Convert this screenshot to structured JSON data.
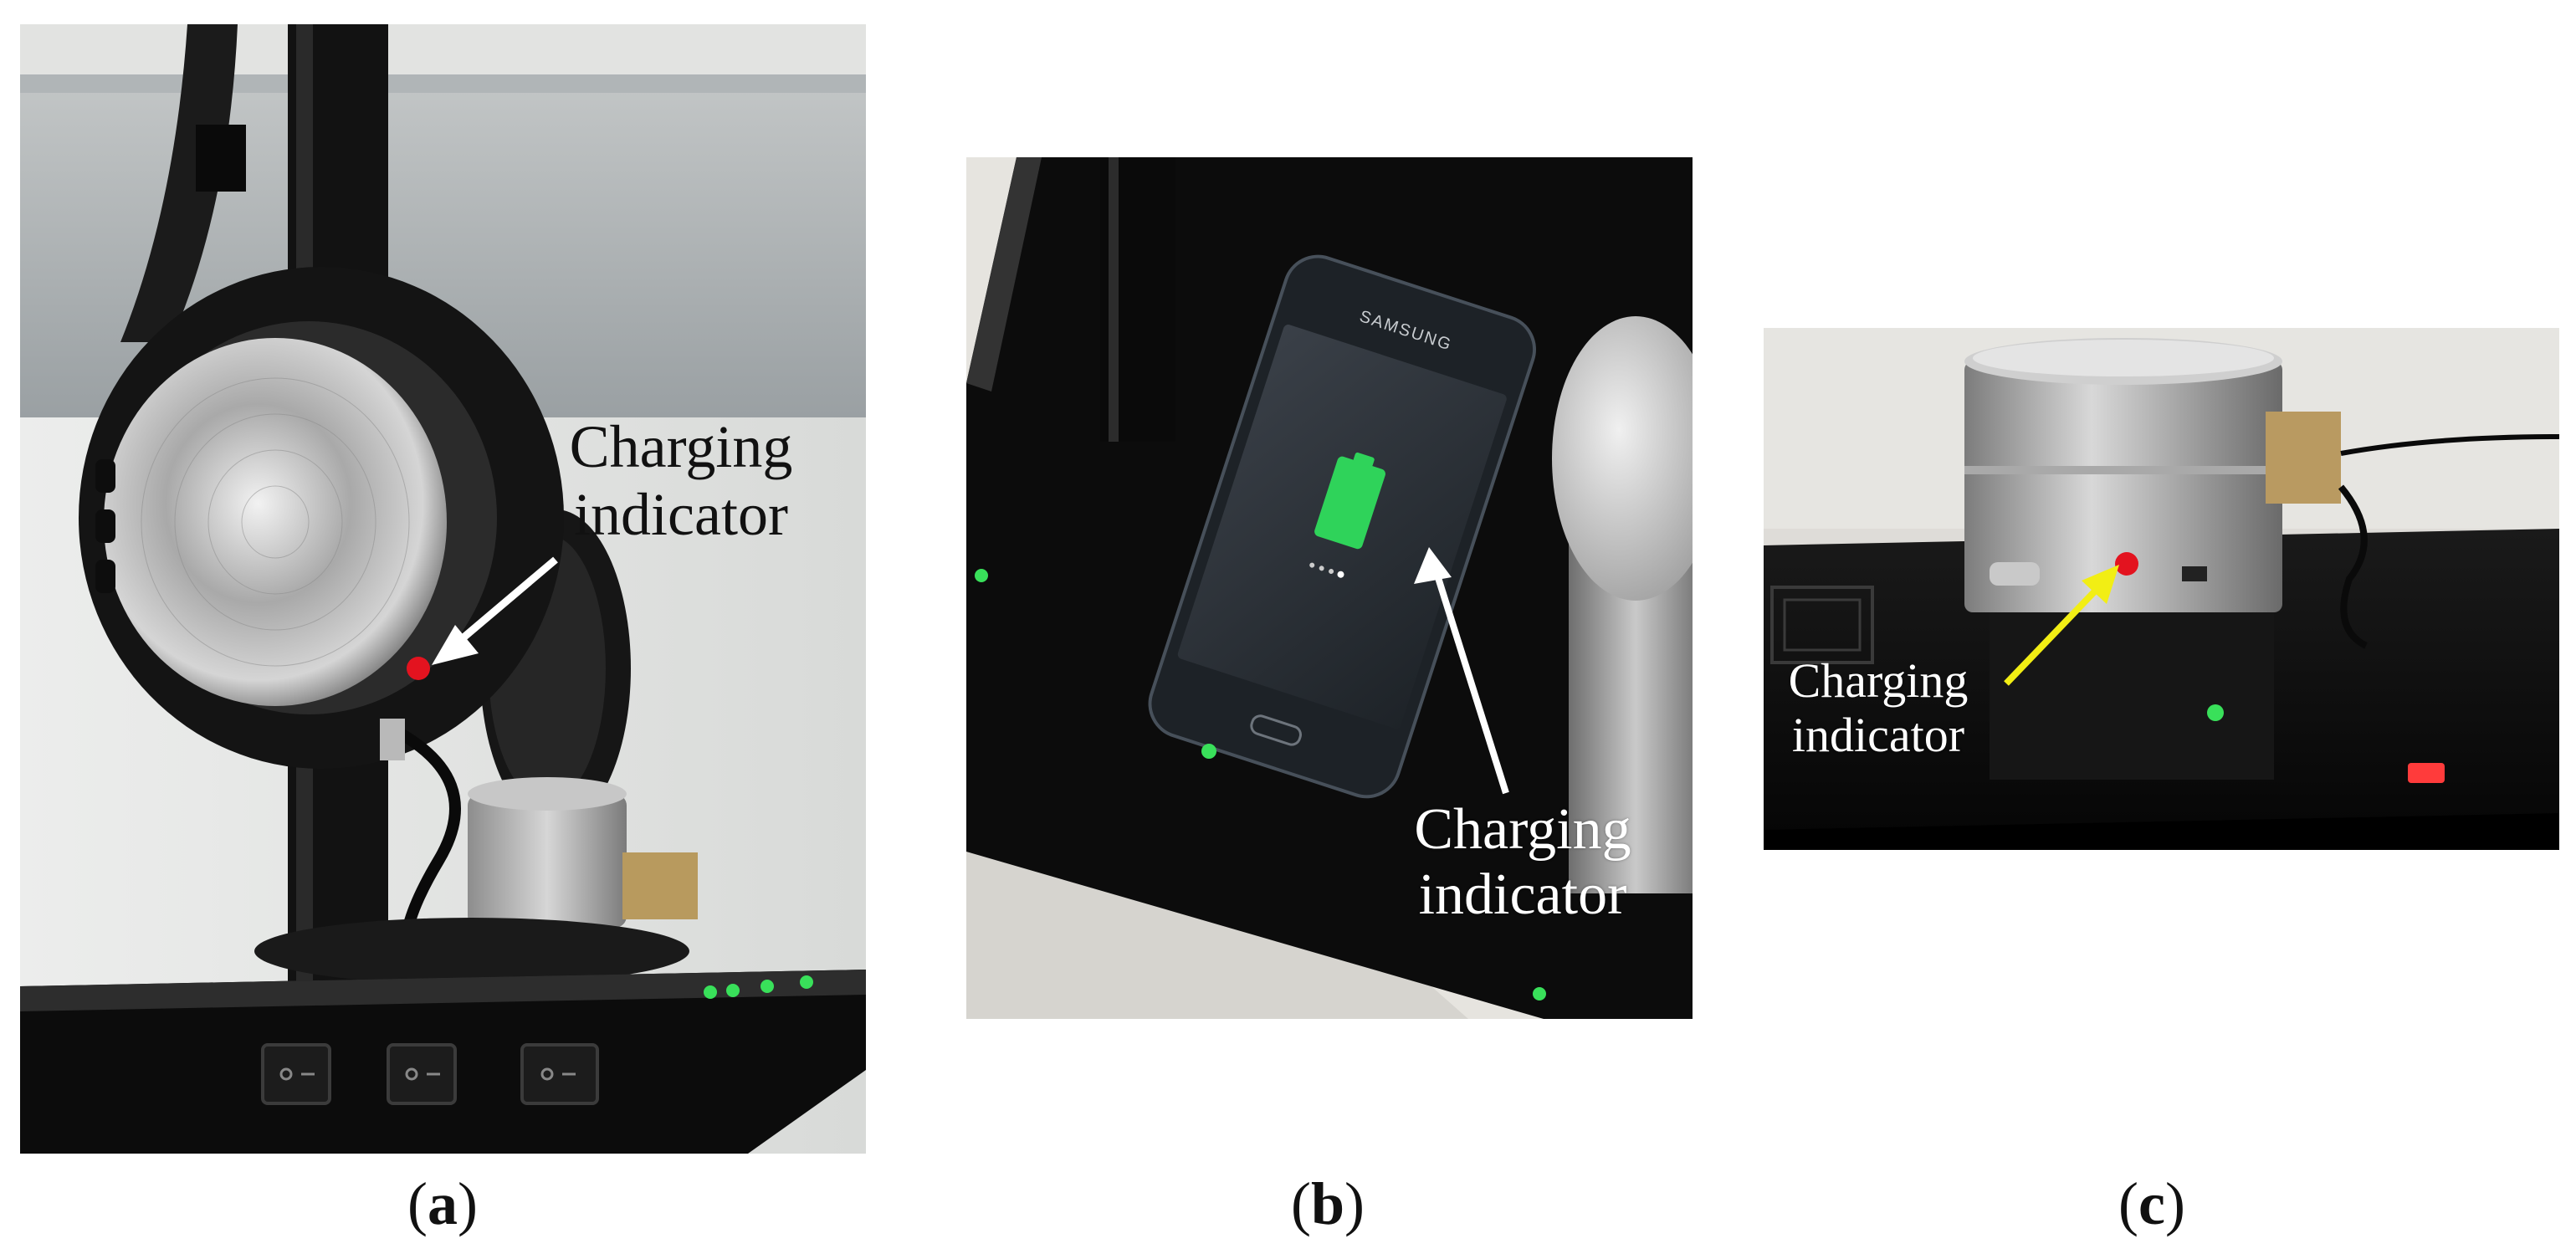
{
  "panels": [
    {
      "id": "a",
      "label_open": "(",
      "label_letter": "a",
      "label_close": ")",
      "callout_line1": "Charging",
      "callout_line2": "indicator",
      "callout_arrow_color": "#ffffff",
      "indicator_color": "#e3131f"
    },
    {
      "id": "b",
      "label_open": "(",
      "label_letter": "b",
      "label_close": ")",
      "callout_line1": "Charging",
      "callout_line2": "indicator",
      "callout_arrow_color": "#ffffff",
      "phone_brand": "SAMSUNG",
      "indicator_color": "#2fd35a"
    },
    {
      "id": "c",
      "label_open": "(",
      "label_letter": "c",
      "label_close": ")",
      "callout_line1": "Charging",
      "callout_line2": "indicator",
      "callout_arrow_color": "#f2ee14",
      "indicator_color": "#e3131f"
    }
  ],
  "colors": {
    "led_green": "#39e05a",
    "led_red": "#ff3b3b",
    "acrylic_black": "#0c0c0c"
  }
}
